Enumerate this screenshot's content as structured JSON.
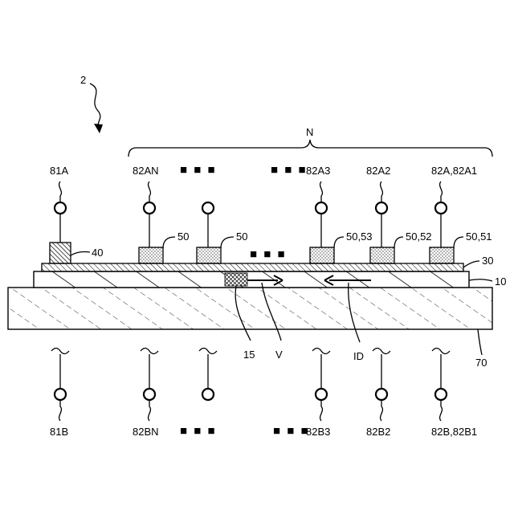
{
  "figure": {
    "ref": "2",
    "group_label": "N",
    "ellipsis": "■ ■ ■"
  },
  "labels": {
    "electrode_40": "40",
    "electrode_50_a": "50",
    "electrode_50_b": "50",
    "electrode_50_53": "50,53",
    "electrode_50_52": "50,52",
    "electrode_50_51": "50,51",
    "layer_30": "30",
    "layer_10": "10",
    "substrate_70": "70",
    "region_15": "15",
    "arrow_v": "V",
    "arrow_id": "ID"
  },
  "terminals_top": {
    "t81a": "81A",
    "t82an": "82AN",
    "t82a3": "82A3",
    "t82a2": "82A2",
    "t82a1": "82A,82A1"
  },
  "terminals_bottom": {
    "t81b": "81B",
    "t82bn": "82BN",
    "t82b3": "82B3",
    "t82b2": "82B2",
    "t82b1": "82B,82B1"
  }
}
